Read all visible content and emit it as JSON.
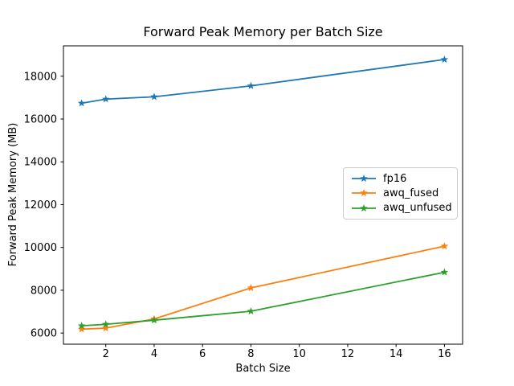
{
  "chart_data": {
    "type": "line",
    "title": "Forward Peak Memory per Batch Size",
    "xlabel": "Batch Size",
    "ylabel": "Forward Peak Memory (MB)",
    "x": [
      1,
      2,
      4,
      8,
      16
    ],
    "series": [
      {
        "name": "fp16",
        "color": "#1f77b4",
        "values": [
          16740,
          16930,
          17040,
          17550,
          18780
        ]
      },
      {
        "name": "awq_fused",
        "color": "#ff7f0e",
        "values": [
          6180,
          6230,
          6660,
          8110,
          10060
        ]
      },
      {
        "name": "awq_unfused",
        "color": "#2ca02c",
        "values": [
          6340,
          6410,
          6600,
          7020,
          8840
        ]
      }
    ],
    "marker": "star",
    "xticks": [
      2,
      4,
      6,
      8,
      10,
      12,
      14,
      16
    ],
    "yticks": [
      6000,
      8000,
      10000,
      12000,
      14000,
      16000,
      18000
    ],
    "xlim": [
      0.25,
      16.75
    ],
    "ylim": [
      5480,
      19420
    ],
    "grid": false,
    "legend_position": "center-right",
    "background": "#ffffff",
    "frame_color": "#000000"
  }
}
